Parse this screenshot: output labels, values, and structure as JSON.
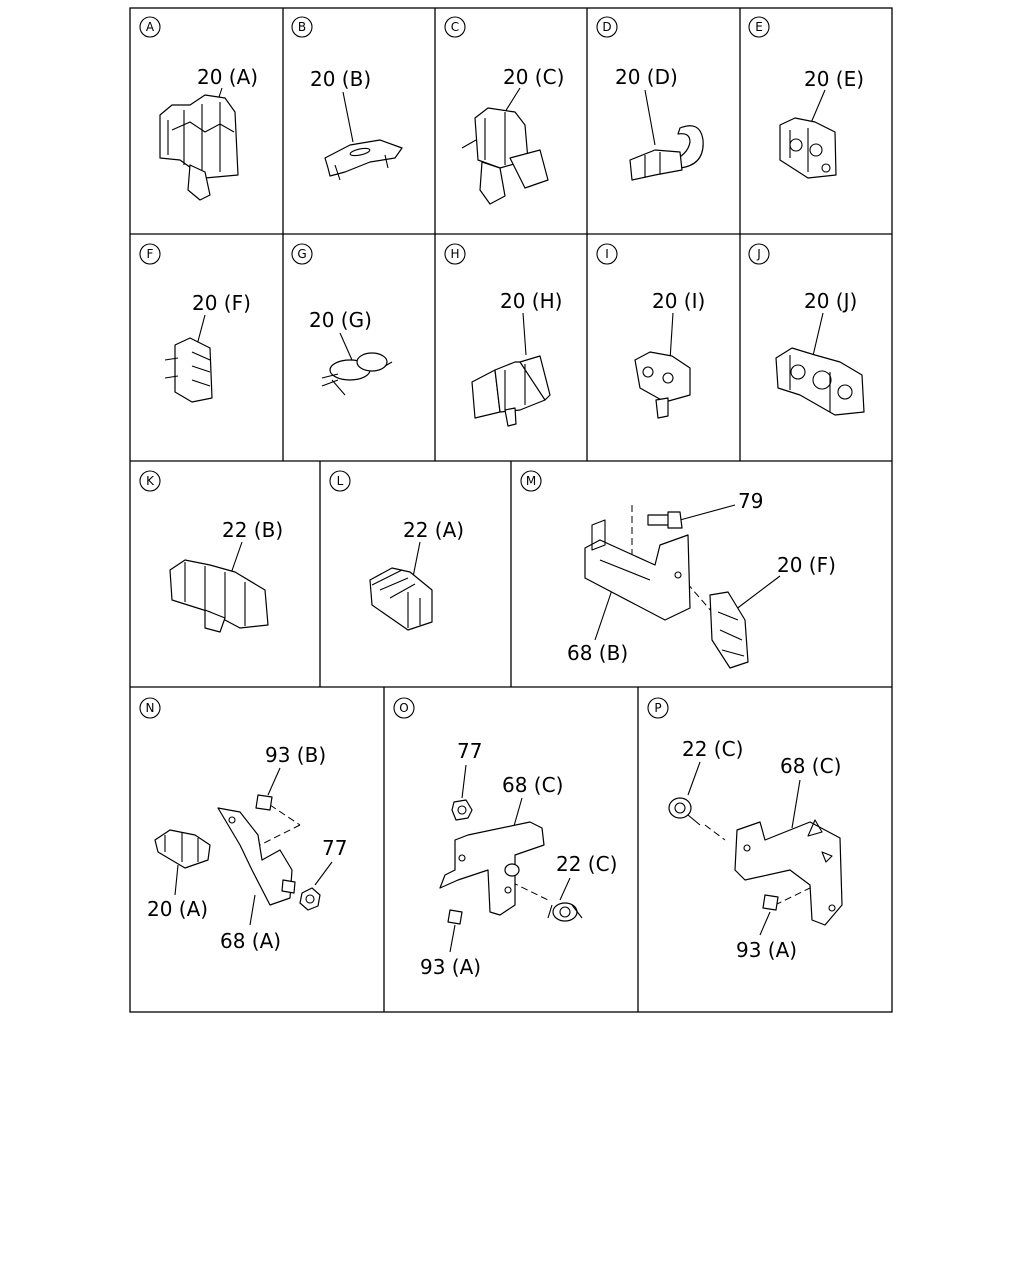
{
  "panels": [
    {
      "letter": "A",
      "labels": [
        "20 (A)"
      ]
    },
    {
      "letter": "B",
      "labels": [
        "20 (B)"
      ]
    },
    {
      "letter": "C",
      "labels": [
        "20 (C)"
      ]
    },
    {
      "letter": "D",
      "labels": [
        "20 (D)"
      ]
    },
    {
      "letter": "E",
      "labels": [
        "20 (E)"
      ]
    },
    {
      "letter": "F",
      "labels": [
        "20 (F)"
      ]
    },
    {
      "letter": "G",
      "labels": [
        "20 (G)"
      ]
    },
    {
      "letter": "H",
      "labels": [
        "20 (H)"
      ]
    },
    {
      "letter": "I",
      "labels": [
        "20 (I)"
      ]
    },
    {
      "letter": "J",
      "labels": [
        "20 (J)"
      ]
    },
    {
      "letter": "K",
      "labels": [
        "22 (B)"
      ]
    },
    {
      "letter": "L",
      "labels": [
        "22 (A)"
      ]
    },
    {
      "letter": "M",
      "labels": [
        "79",
        "20 (F)",
        "68 (B)"
      ]
    },
    {
      "letter": "N",
      "labels": [
        "93 (B)",
        "77",
        "20 (A)",
        "68 (A)"
      ]
    },
    {
      "letter": "O",
      "labels": [
        "77",
        "68 (C)",
        "22 (C)",
        "93 (A)"
      ]
    },
    {
      "letter": "P",
      "labels": [
        "22 (C)",
        "68 (C)",
        "93 (A)"
      ]
    }
  ]
}
